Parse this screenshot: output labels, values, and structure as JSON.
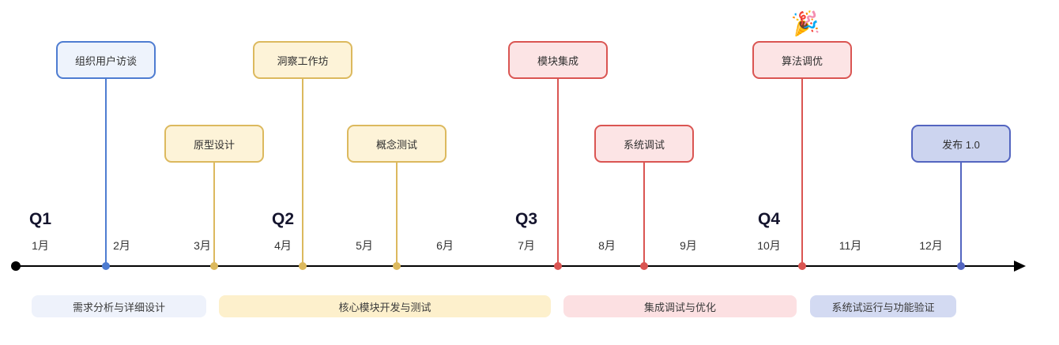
{
  "palette": {
    "axis": "#000000",
    "blue_border": "#4e7cd1",
    "blue_fill": "#eef3fc",
    "yellow_border": "#dcb95e",
    "yellow_fill": "#fdf3d8",
    "red_border": "#da5552",
    "red_fill": "#fce4e5",
    "indigo_border": "#5365c0",
    "indigo_fill": "#ccd4ef",
    "phase1_bg": "#eef2fb",
    "phase2_bg": "#fdf0cc",
    "phase3_bg": "#fce0e2",
    "phase4_bg": "#d3daf2"
  },
  "timeline": {
    "quarters": [
      {
        "label": "Q1"
      },
      {
        "label": "Q2"
      },
      {
        "label": "Q3"
      },
      {
        "label": "Q4"
      }
    ],
    "months": [
      {
        "label": "1月"
      },
      {
        "label": "2月"
      },
      {
        "label": "3月"
      },
      {
        "label": "4月"
      },
      {
        "label": "5月"
      },
      {
        "label": "6月"
      },
      {
        "label": "7月"
      },
      {
        "label": "8月"
      },
      {
        "label": "9月"
      },
      {
        "label": "10月"
      },
      {
        "label": "11月"
      },
      {
        "label": "12月"
      }
    ]
  },
  "milestones": [
    {
      "label": "组织用户访谈",
      "color": "blue",
      "month": "2月"
    },
    {
      "label": "原型设计",
      "color": "yellow",
      "month": "3月"
    },
    {
      "label": "洞察工作坊",
      "color": "yellow",
      "month": "4月"
    },
    {
      "label": "概念测试",
      "color": "yellow",
      "month": "5月"
    },
    {
      "label": "模块集成",
      "color": "red",
      "month": "7月"
    },
    {
      "label": "系统调试",
      "color": "red",
      "month": "8月"
    },
    {
      "label": "算法调优",
      "color": "red",
      "month": "10月",
      "emoji": "🎉"
    },
    {
      "label": "发布 1.0",
      "color": "indigo",
      "month": "12月"
    }
  ],
  "phases": [
    {
      "label": "需求分析与详细设计"
    },
    {
      "label": "核心模块开发与测试"
    },
    {
      "label": "集成调试与优化"
    },
    {
      "label": "系统试运行与功能验证"
    }
  ]
}
